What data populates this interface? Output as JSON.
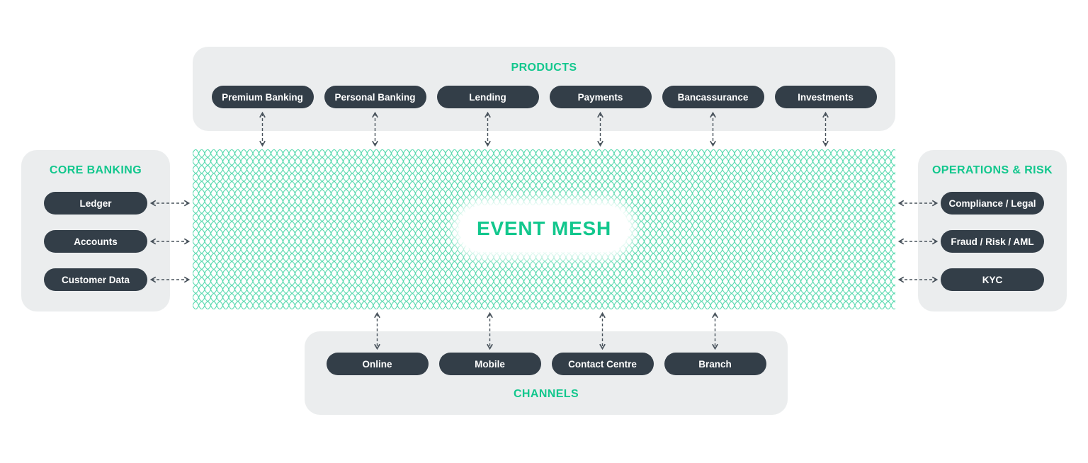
{
  "theme": {
    "accent_green": "#12c78d",
    "mesh_line_green": "#57d9ae",
    "pill_background": "#333e48",
    "pill_text": "#ffffff",
    "panel_background": "#ebedee",
    "arrow_color": "#49535c",
    "canvas_background": "#ffffff"
  },
  "mesh": {
    "label": "EVENT MESH"
  },
  "products": {
    "title": "PRODUCTS",
    "items": [
      "Premium Banking",
      "Personal Banking",
      "Lending",
      "Payments",
      "Bancassurance",
      "Investments"
    ]
  },
  "core_banking": {
    "title": "CORE BANKING",
    "items": [
      "Ledger",
      "Accounts",
      "Customer Data"
    ]
  },
  "operations_risk": {
    "title": "OPERATIONS & RISK",
    "items": [
      "Compliance / Legal",
      "Fraud / Risk / AML",
      "KYC"
    ]
  },
  "channels": {
    "title": "CHANNELS",
    "items": [
      "Online",
      "Mobile",
      "Contact Centre",
      "Branch"
    ]
  }
}
